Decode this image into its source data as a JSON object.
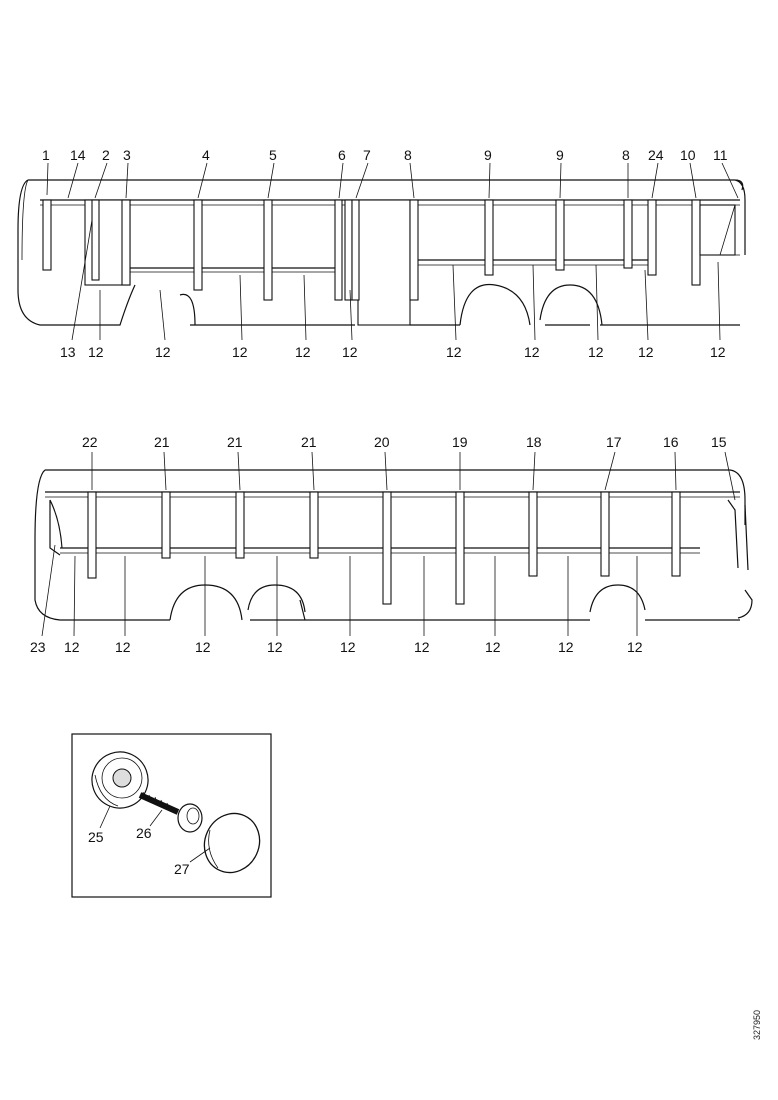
{
  "top_view": {
    "top_labels": [
      "1",
      "14",
      "2",
      "3",
      "4",
      "5",
      "6",
      "7",
      "8",
      "9",
      "9",
      "8",
      "24",
      "10",
      "11"
    ],
    "bottom_labels": [
      "13",
      "12",
      "12",
      "12",
      "12",
      "12",
      "12",
      "12",
      "12",
      "12",
      "12"
    ]
  },
  "bottom_view": {
    "top_labels": [
      "22",
      "21",
      "21",
      "21",
      "20",
      "19",
      "18",
      "17",
      "16",
      "15"
    ],
    "bottom_labels": [
      "23",
      "12",
      "12",
      "12",
      "12",
      "12",
      "12",
      "12",
      "12",
      "12"
    ]
  },
  "detail": {
    "labels": [
      "25",
      "26",
      "27"
    ]
  },
  "drawing_code": "327950"
}
